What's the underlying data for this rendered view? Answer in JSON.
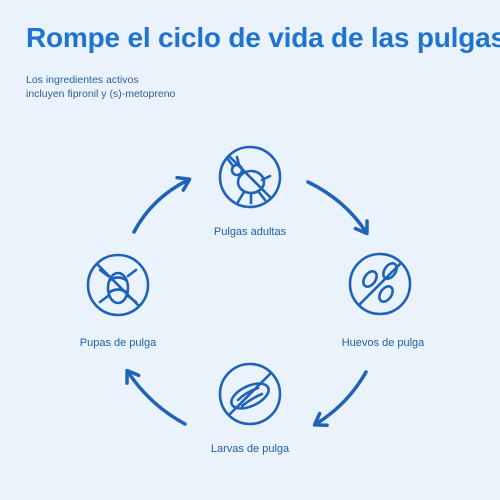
{
  "header": {
    "title": "Rompe el ciclo de vida de las pulgas",
    "subtitle_line1": "Los ingredientes activos",
    "subtitle_line2": "incluyen fipronil y (s)-metopreno"
  },
  "stages": [
    {
      "label": "Pulgas adultas",
      "icon": "adult-flea-icon"
    },
    {
      "label": "Huevos de pulga",
      "icon": "flea-eggs-icon"
    },
    {
      "label": "Larvas de pulga",
      "icon": "flea-larva-icon"
    },
    {
      "label": "Pupas de pulga",
      "icon": "flea-pupa-icon"
    }
  ],
  "colors": {
    "background": "#eaf3fc",
    "accent": "#1f73d1",
    "icon_stroke": "#1f63b8",
    "label": "#1f5fa8"
  }
}
